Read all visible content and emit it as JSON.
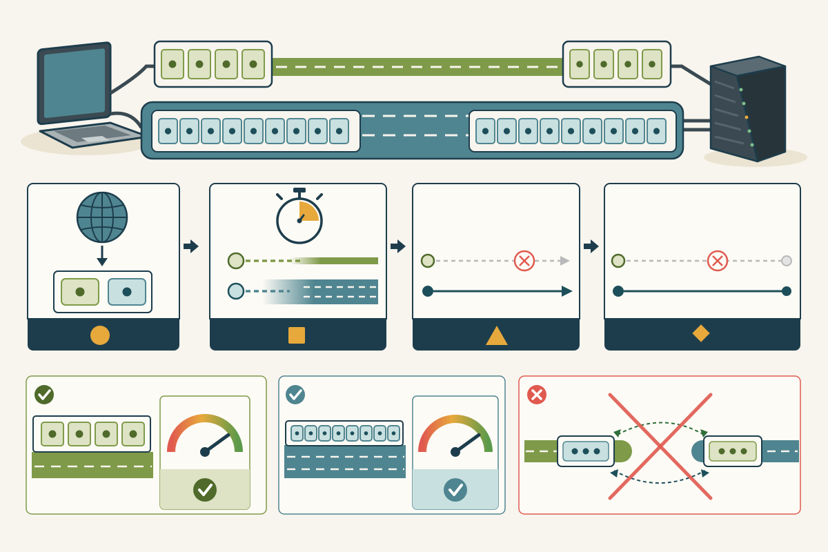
{
  "colors": {
    "background": "#f8f5ee",
    "navy": "#1d3d4c",
    "green": "#7f9a49",
    "green_light": "#dde3c4",
    "teal": "#4f8590",
    "teal_light": "#c9e0e0",
    "amber": "#e7a93c",
    "red": "#e05a4f",
    "check_green": "#6b8f3c",
    "check_teal": "#4f8590"
  },
  "scene": {
    "client": "laptop-icon",
    "server": "server-icon",
    "connections": [
      {
        "name": "narrow-connection",
        "color": "green",
        "slots_per_side": 4
      },
      {
        "name": "wide-connection",
        "color": "teal",
        "slots_per_side": 9
      }
    ]
  },
  "steps": [
    {
      "name": "step-resolve",
      "icon": "globe-icon",
      "marker": "circle"
    },
    {
      "name": "step-race",
      "icon": "stopwatch-icon",
      "marker": "square"
    },
    {
      "name": "step-failure",
      "icon": "error-x-icon",
      "marker": "triangle"
    },
    {
      "name": "step-fallback",
      "icon": "error-x-icon",
      "marker": "diamond"
    }
  ],
  "outcomes": [
    {
      "name": "outcome-narrow-ok",
      "status": "check-icon",
      "gauge_level": 0.8
    },
    {
      "name": "outcome-wide-ok",
      "status": "check-icon",
      "gauge_level": 0.8
    },
    {
      "name": "outcome-mismatch",
      "status": "x-icon"
    }
  ]
}
